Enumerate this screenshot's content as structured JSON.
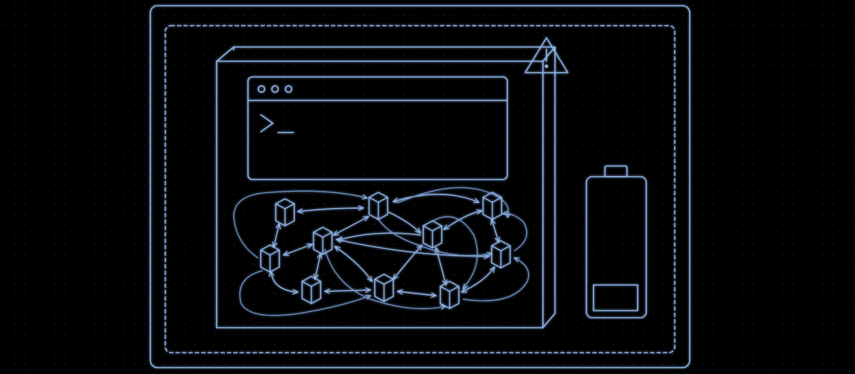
{
  "colors": {
    "background": "#000000",
    "stroke": "#8fb4e8",
    "stroke_dim": "#6f93c7",
    "grid_dot": "#2a3142"
  },
  "icons": {
    "frame": "outer-frame",
    "dashed_area": "dashed-safe-area",
    "device": "device-box-3d",
    "terminal": "terminal-window",
    "prompt": "terminal-prompt-icon",
    "warning": "warning-triangle-icon",
    "battery": "battery-icon",
    "network": "cube-network"
  },
  "battery": {
    "level": 0.15
  },
  "network": {
    "node_count": 10
  }
}
